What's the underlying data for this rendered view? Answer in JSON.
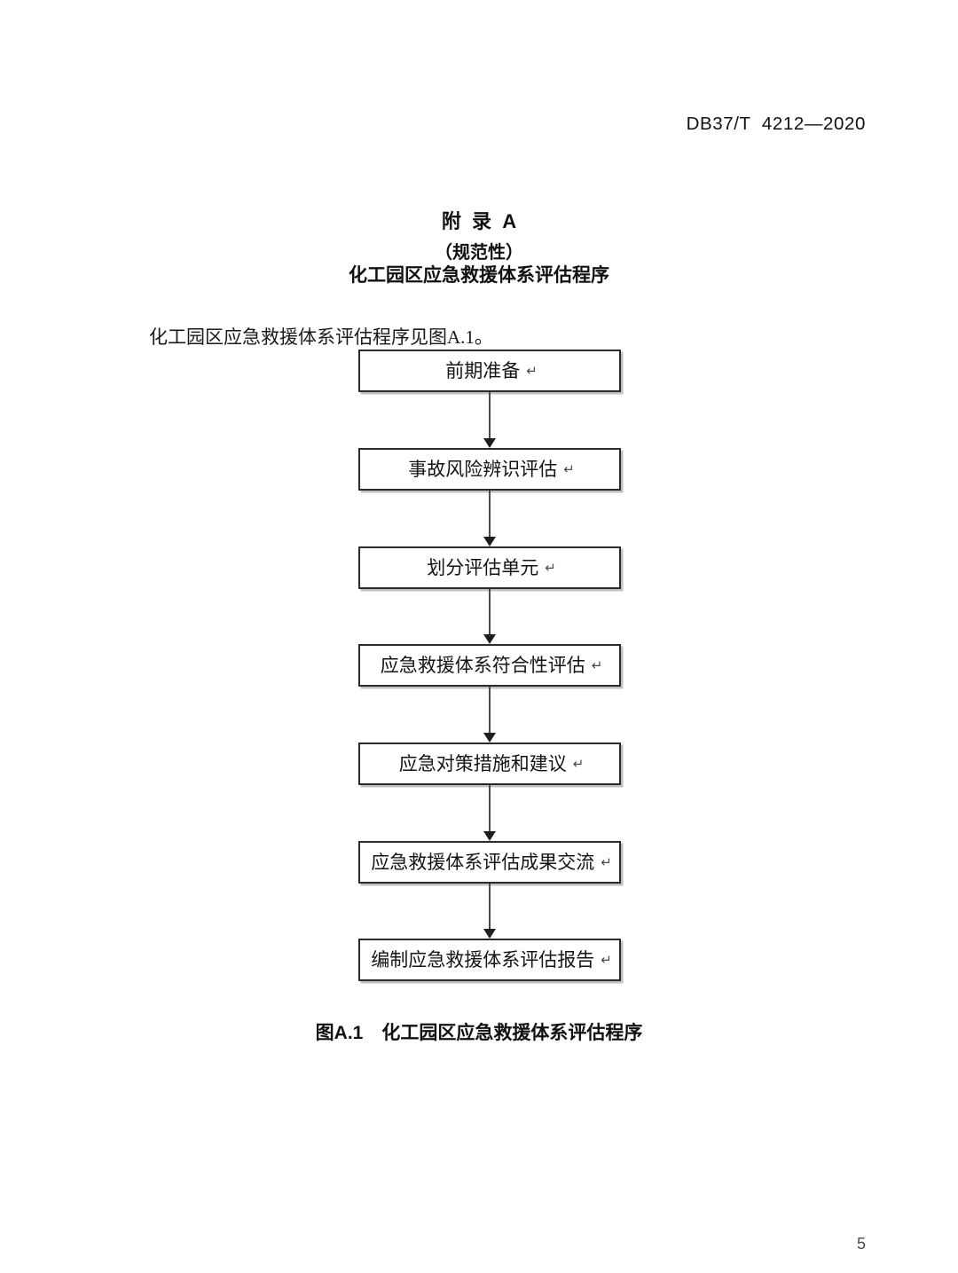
{
  "header": {
    "standard_code": "DB37/T  4212—2020"
  },
  "annex": {
    "title": "附  录  A",
    "kind": "（规范性）",
    "name": "化工园区应急救援体系评估程序"
  },
  "body": {
    "paragraph": "化工园区应急救援体系评估程序见图A.1。"
  },
  "figure": {
    "caption": "图A.1　化工园区应急救援体系评估程序",
    "return_mark": "↵",
    "nodes": [
      {
        "label": "前期准备"
      },
      {
        "label": "事故风险辨识评估"
      },
      {
        "label": "划分评估单元"
      },
      {
        "label": "应急救援体系符合性评估"
      },
      {
        "label": "应急对策措施和建议"
      },
      {
        "label": "应急救援体系评估成果交流"
      },
      {
        "label": "编制应急救援体系评估报告"
      }
    ],
    "connector_count": 6
  },
  "footer": {
    "page_number": "5"
  },
  "colors": {
    "text": "#1a1a1a",
    "box_border": "#2b2b2b",
    "connector": "#4a4a4a",
    "page_background": "#ffffff"
  }
}
